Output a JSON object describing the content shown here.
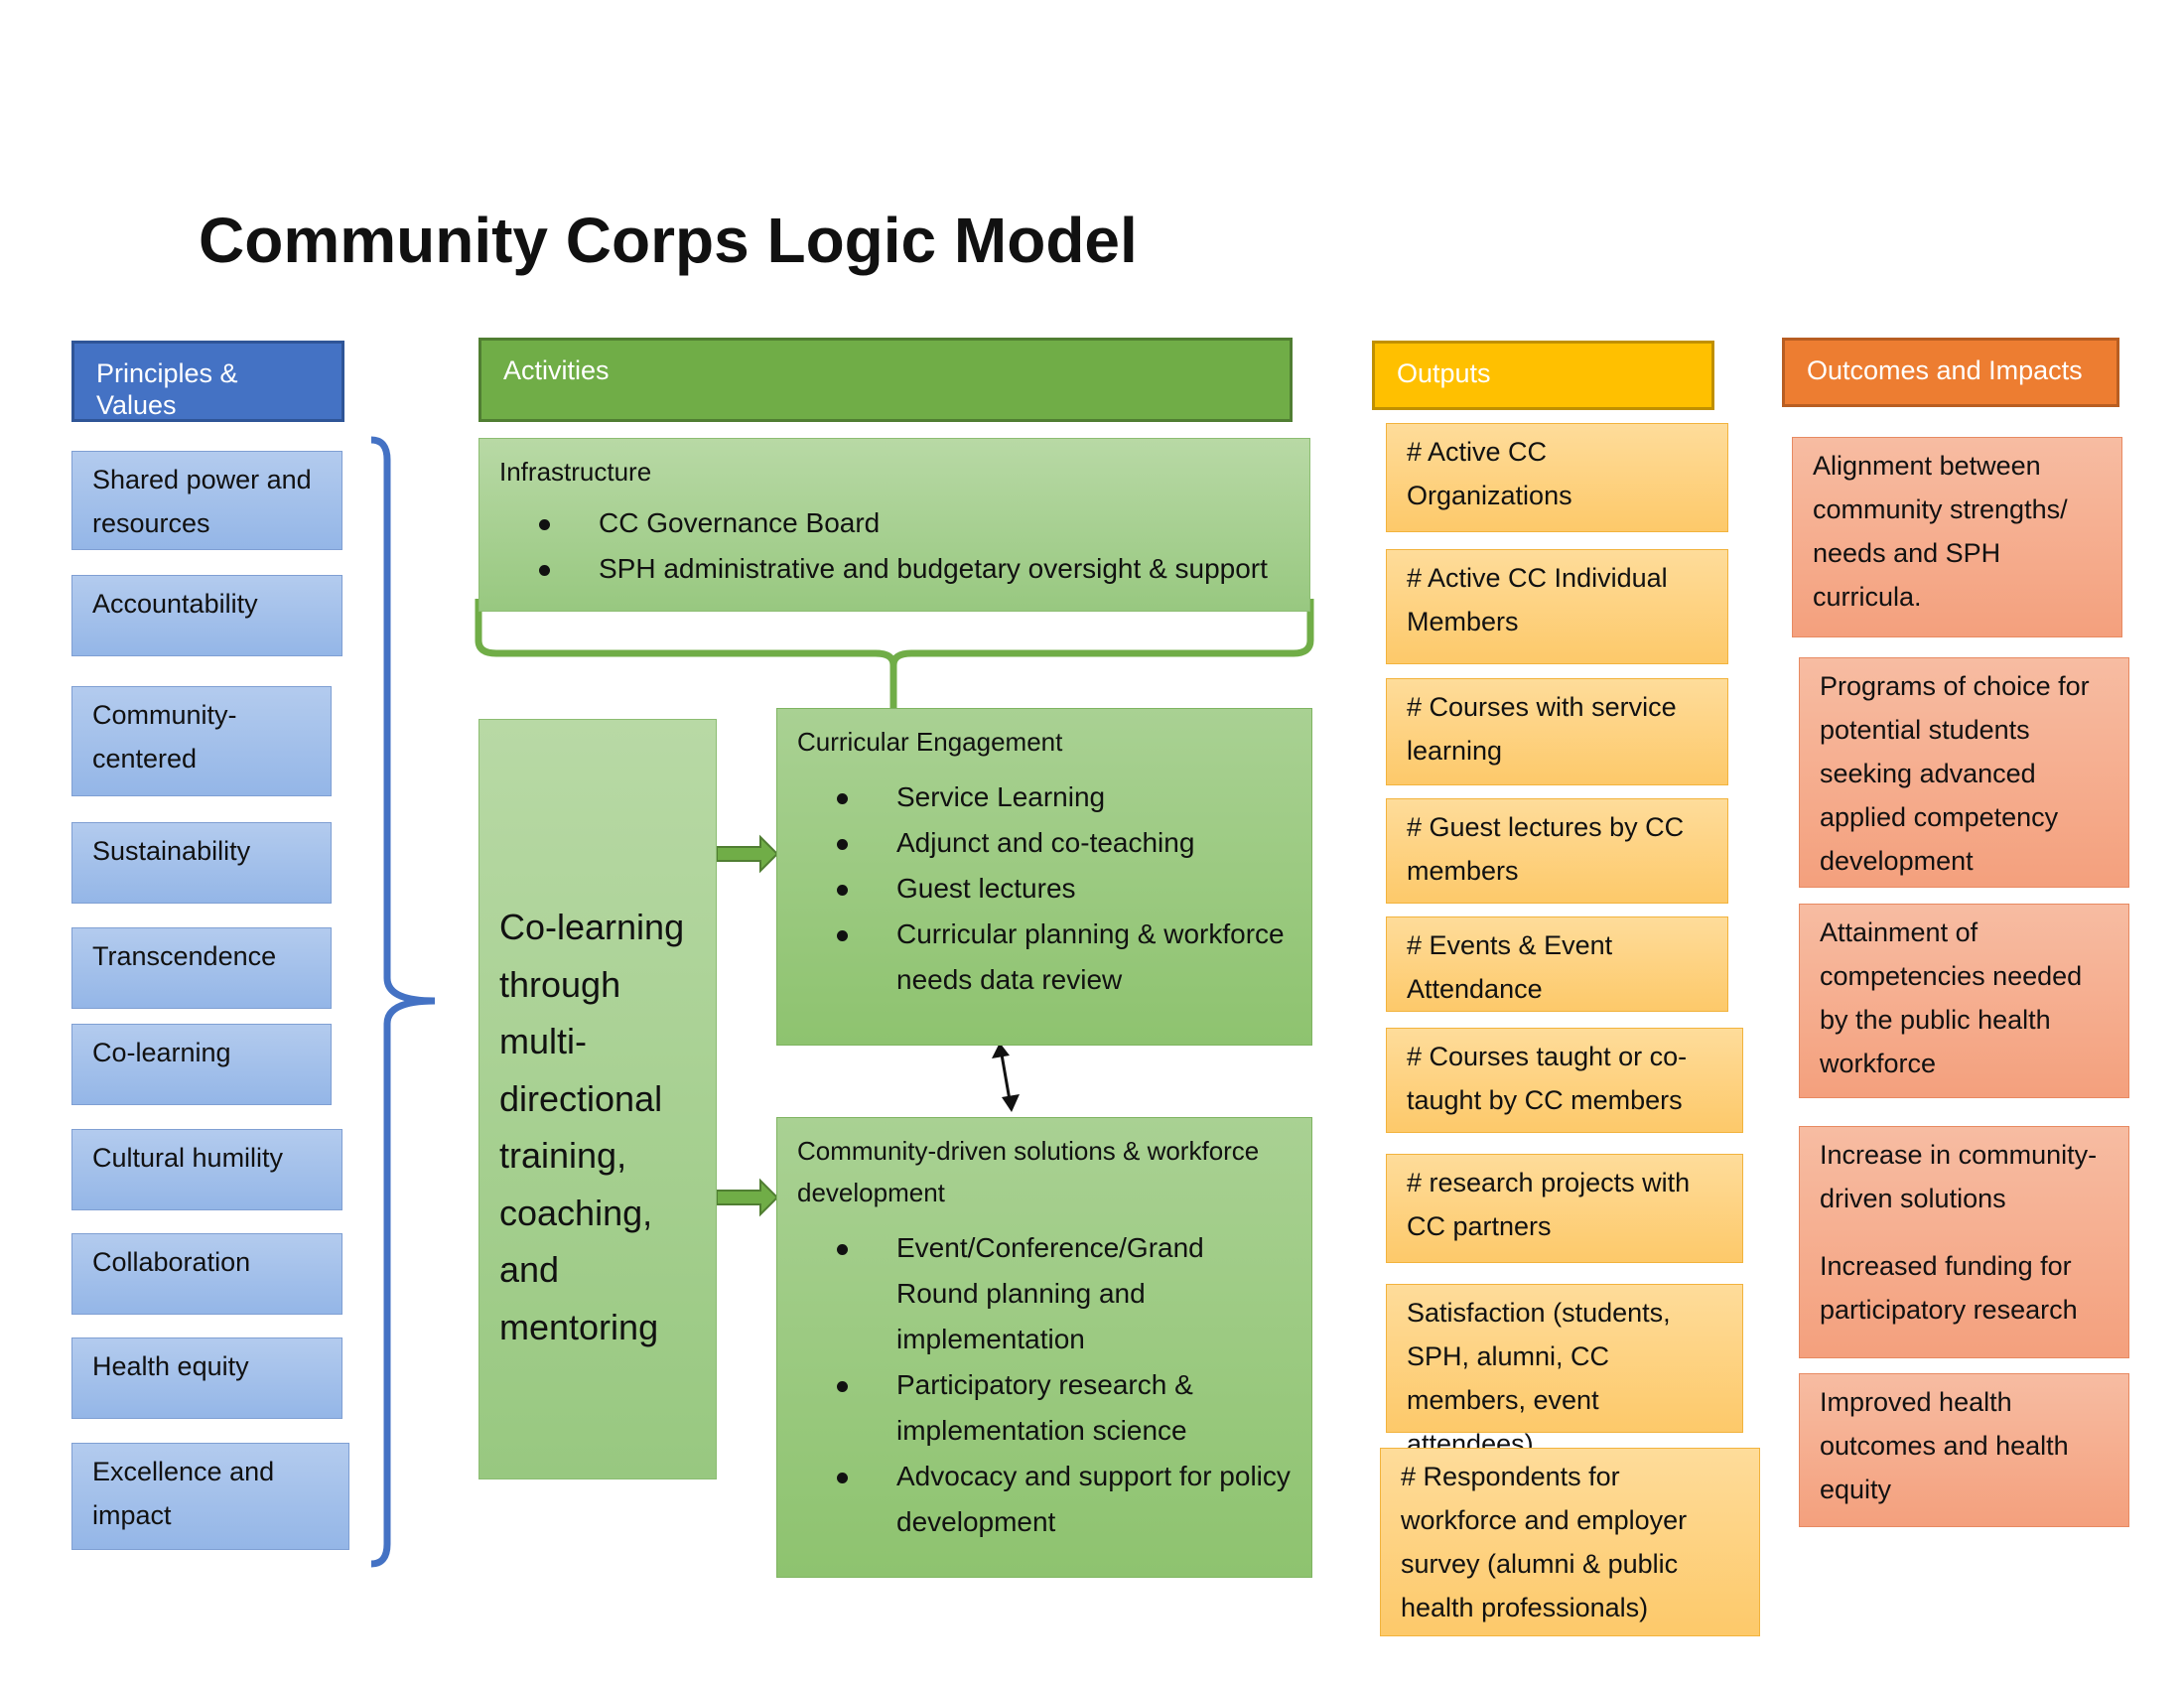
{
  "title": "Community Corps Logic Model",
  "headers": {
    "principles": "Principles & Values",
    "activities": "Activities",
    "outputs": "Outputs",
    "outcomes": "Outcomes and Impacts"
  },
  "principles": [
    "Shared power and resources",
    "Accountability",
    "Community-centered",
    "Sustainability",
    "Transcendence",
    "Co-learning",
    "Cultural humility",
    "Collaboration",
    "Health equity",
    "Excellence and impact"
  ],
  "infrastructure": {
    "label": "Infrastructure",
    "items": [
      "CC Governance Board",
      "SPH administrative and budgetary oversight & support"
    ]
  },
  "colearning": "Co-learning through multi-directional training, coaching, and mentoring",
  "curricular": {
    "label": "Curricular Engagement",
    "items": [
      "Service Learning",
      "Adjunct and co-teaching",
      "Guest lectures",
      "Curricular planning & workforce needs data review"
    ]
  },
  "community": {
    "label": "Community-driven solutions & workforce development",
    "items": [
      "Event/Conference/Grand Round planning and implementation",
      "Participatory research & implementation science",
      "Advocacy and support for policy development"
    ]
  },
  "outputs": [
    "# Active CC Organizations",
    "# Active CC Individual Members",
    "# Courses with service learning",
    "# Guest lectures by CC members",
    "# Events & Event Attendance",
    "# Courses taught or co-taught by CC members",
    "# research projects with CC partners",
    "Satisfaction (students, SPH, alumni, CC members, event attendees)",
    "# Respondents for workforce and employer survey (alumni & public health professionals)"
  ],
  "outcomes": [
    [
      "Alignment between community strengths/ needs and SPH curricula."
    ],
    [
      "Programs of choice for potential students seeking advanced applied competency development"
    ],
    [
      "Attainment of competencies needed by the public health workforce"
    ],
    [
      "Increase in community-driven solutions",
      "Increased funding for participatory research"
    ],
    [
      "Improved health outcomes and health equity"
    ]
  ],
  "colors": {
    "principles": "#4472c4",
    "activities": "#70ad47",
    "outputs": "#ffc000",
    "outcomes": "#ed7d31"
  }
}
